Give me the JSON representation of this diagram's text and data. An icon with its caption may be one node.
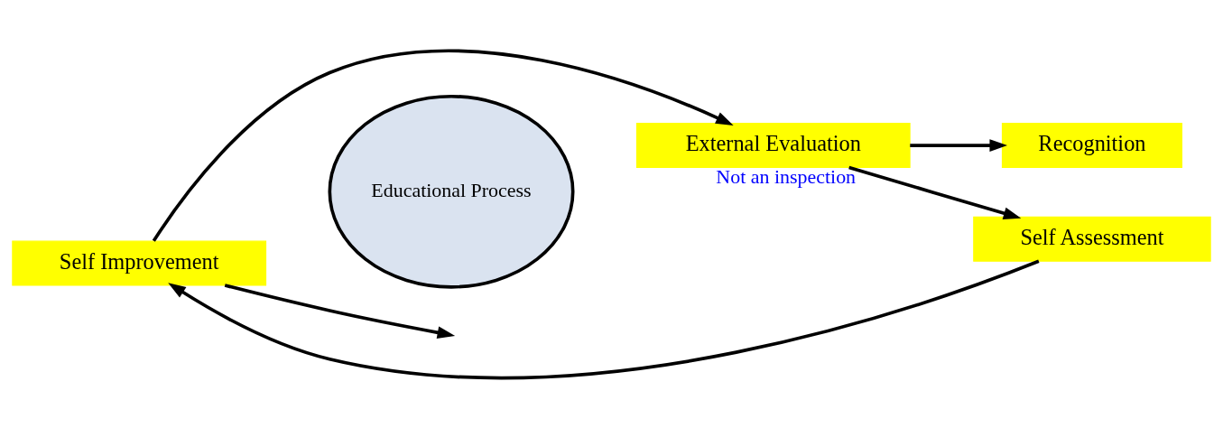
{
  "diagram": {
    "nodes": [
      {
        "text": [
          "Self Improvement"
        ]
      },
      {
        "text": [
          "Educational Process"
        ]
      },
      {
        "text": [
          "External Evaluation"
        ],
        "beside": [
          "Not an inspection"
        ]
      },
      {
        "text": [
          "Recognition"
        ]
      },
      {
        "text": [
          "Self Assessment"
        ]
      }
    ],
    "edges": [
      {
        "from": 0,
        "to": null,
        "arrow": "to"
      },
      {
        "from": 0,
        "to": 2,
        "arrow": "to"
      },
      {
        "from": 2,
        "to": 3,
        "arrow": "to"
      },
      {
        "from": 2,
        "to": 4,
        "arrow": "to"
      },
      {
        "from": 4,
        "to": 0,
        "arrow": "to"
      }
    ]
  }
}
